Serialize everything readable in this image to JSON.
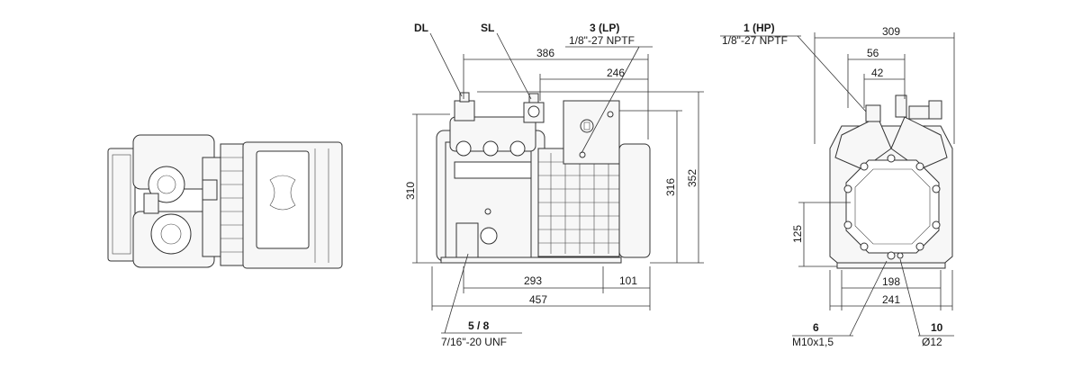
{
  "labels": {
    "dl": "DL",
    "sl": "SL",
    "lp_num": "3 (LP)",
    "lp_thread": "1/8\"-27 NPTF",
    "hp_num": "1 (HP)",
    "hp_thread": "1/8\"-27 NPTF",
    "foot_num": "5 / 8",
    "foot_thread": "7/16\"-20 UNF",
    "bolt_num": "6",
    "bolt_thread": "M10x1,5",
    "hole_num": "10",
    "hole_dia": "Ø12"
  },
  "dimensions": {
    "side_386": "386",
    "side_246": "246",
    "side_310": "310",
    "side_316": "316",
    "side_352": "352",
    "side_293": "293",
    "side_101": "101",
    "side_457": "457",
    "end_309": "309",
    "end_56": "56",
    "end_42": "42",
    "end_125": "125",
    "end_198": "198",
    "end_241": "241"
  },
  "colors": {
    "line": "#333333",
    "background": "#ffffff"
  }
}
